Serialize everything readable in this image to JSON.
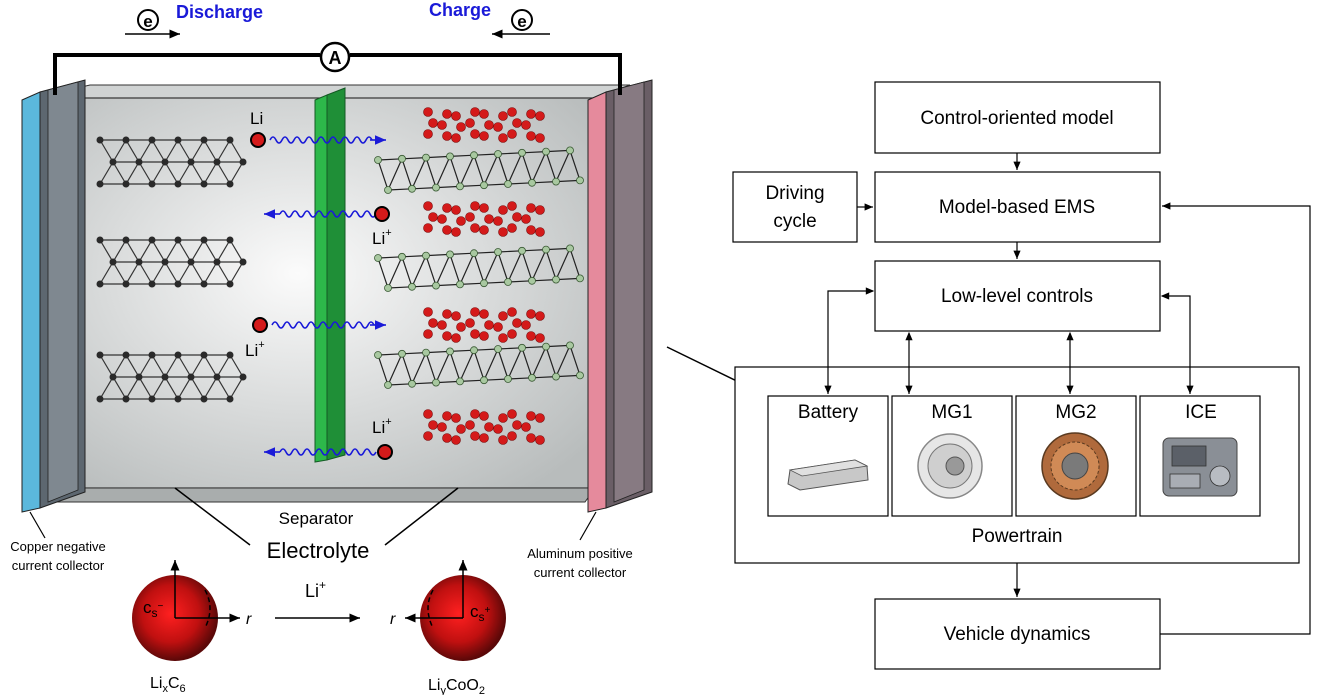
{
  "battery_cell": {
    "discharge_label": "Discharge",
    "charge_label": "Charge",
    "electron_symbol": "e",
    "ammeter_symbol": "A",
    "li_label": "Li",
    "li_ion_label": "Li",
    "li_ion_sup": "+",
    "separator_label": "Separator",
    "electrolyte_label": "Electrolyte",
    "negative_collector_line1": "Copper negative",
    "negative_collector_line2": "current collector",
    "positive_collector_line1": "Aluminum positive",
    "positive_collector_line2": "current collector",
    "arrow_li": "Li",
    "arrow_li_sup": "+",
    "anode_c": "c",
    "anode_s": "s",
    "anode_sup": "−",
    "cathode_c": "c",
    "cathode_s": "s",
    "cathode_sup": "+",
    "r_label": "r",
    "anode_formula_main": "Li",
    "anode_formula_sub1": "x",
    "anode_formula_mid": "C",
    "anode_formula_sub2": "6",
    "cathode_formula_main": "Li",
    "cathode_formula_sub1": "y",
    "cathode_formula_mid": "CoO",
    "cathode_formula_sub2": "2"
  },
  "ems": {
    "control_model": "Control-oriented model",
    "driving_cycle_line1": "Driving",
    "driving_cycle_line2": "cycle",
    "model_based_ems": "Model-based EMS",
    "low_level_controls": "Low-level controls",
    "battery": "Battery",
    "mg1": "MG1",
    "mg2": "MG2",
    "ice": "ICE",
    "powertrain": "Powertrain",
    "vehicle_dynamics": "Vehicle dynamics"
  },
  "colors": {
    "separator": "#2db84a",
    "negative_collector": "#5bb8dc",
    "positive_collector": "#e58a9c",
    "ion_red": "#d41a1a",
    "wave_blue": "#1a1ad8"
  }
}
